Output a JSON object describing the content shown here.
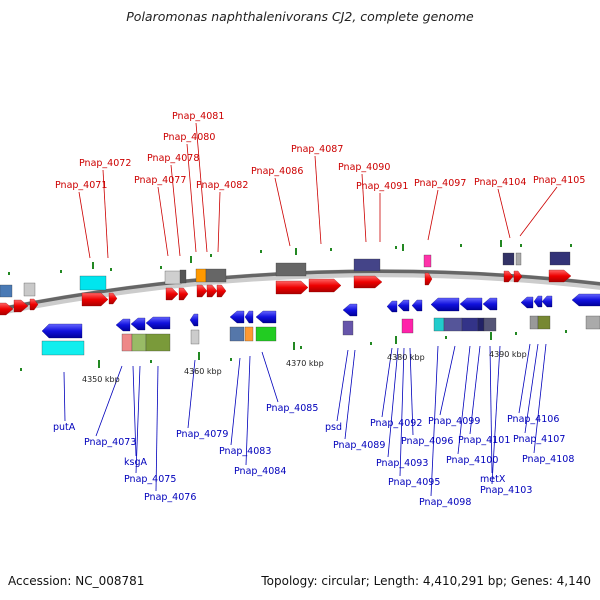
{
  "title": "Polaromonas naphthalenivorans CJ2, complete genome",
  "footer": {
    "accession": "Accession: NC_008781",
    "topology": "Topology: circular; Length: 4,410,291 bp; Genes: 4,140"
  },
  "scale_labels": [
    "4350 kbp",
    "4360 kbp",
    "4370 kbp",
    "4380 kbp",
    "4390 kbp"
  ],
  "top_genes": [
    "Pnap_4071",
    "Pnap_4072",
    "Pnap_4077",
    "Pnap_4078",
    "Pnap_4080",
    "Pnap_4081",
    "Pnap_4082",
    "Pnap_4086",
    "Pnap_4087",
    "Pnap_4090",
    "Pnap_4091",
    "Pnap_4097",
    "Pnap_4104",
    "Pnap_4105"
  ],
  "bottom_genes": [
    "putA",
    "Pnap_4073",
    "ksgA",
    "Pnap_4075",
    "Pnap_4076",
    "Pnap_4079",
    "Pnap_4083",
    "Pnap_4084",
    "Pnap_4085",
    "psd",
    "Pnap_4089",
    "Pnap_4092",
    "Pnap_4093",
    "Pnap_4095",
    "Pnap_4096",
    "Pnap_4098",
    "Pnap_4099",
    "Pnap_4100",
    "Pnap_4101",
    "metX",
    "Pnap_4103",
    "Pnap_4106",
    "Pnap_4107",
    "Pnap_4108"
  ],
  "colors": {
    "forward_gene": "#ee1111",
    "reverse_gene": "#1111dd",
    "forward_label": "#cc0000",
    "reverse_label": "#0000bb",
    "backbone": "#666666",
    "tick": "#228822"
  }
}
